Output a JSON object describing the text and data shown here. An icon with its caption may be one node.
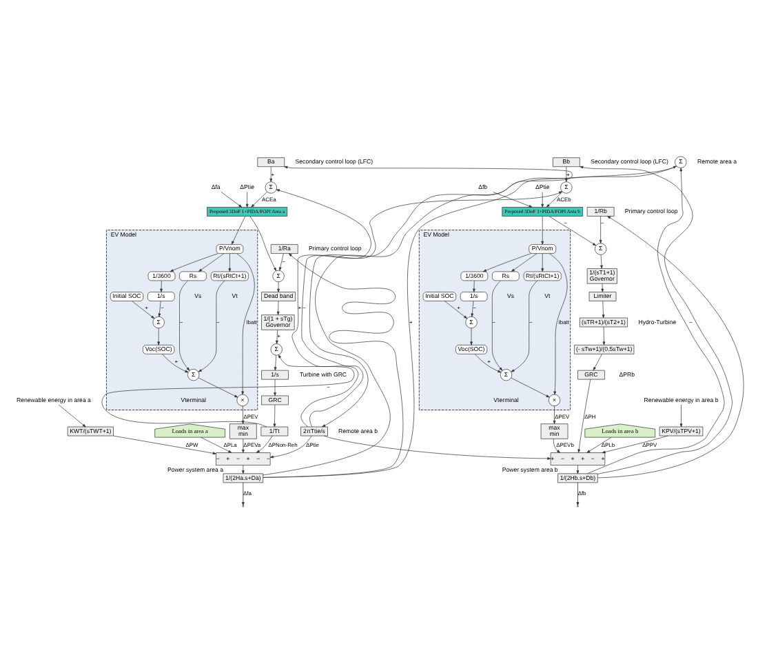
{
  "diagram": {
    "nodes": [
      {
        "text": [
          "Ba"
        ]
      },
      {
        "text": [
          "Σ"
        ]
      },
      {
        "text": [
          "Δfa"
        ]
      },
      {
        "text": [
          "ΔPtie"
        ]
      },
      {
        "text": [
          "Proposed 3DoF 1+PIDA/FOPI Area a"
        ]
      },
      {
        "text": [
          "1/Ra"
        ]
      },
      {
        "text": [
          "Σ"
        ]
      },
      {
        "text": [
          "Dead band"
        ]
      },
      {
        "text": [
          "1/(1 + sTg)",
          "Governor"
        ]
      },
      {
        "text": [
          "Σ"
        ]
      },
      {
        "text": [
          "1/s"
        ]
      },
      {
        "text": [
          "GRC"
        ]
      },
      {
        "text": [
          "1/Tt"
        ]
      },
      {
        "text": [
          "Renewable energy in area a"
        ]
      },
      {
        "text": [
          "KWT/(sTWT+1)"
        ]
      },
      {
        "text": [
          "−",
          "+",
          "−",
          "+",
          "−",
          "−"
        ]
      },
      {
        "text": [
          "Loads in area a"
        ]
      },
      {
        "text": [
          "1/(2Ha.s+Da)"
        ],
        "beside": [
          "Power system area a"
        ]
      },
      {
        "text": [
          "EV Model"
        ]
      },
      {
        "text": [
          "P/Vnom"
        ],
        "in": 18
      },
      {
        "text": [
          "1/3600"
        ],
        "in": 18
      },
      {
        "text": [
          "1/s"
        ],
        "in": 18
      },
      {
        "text": [
          "Σ"
        ],
        "in": 18
      },
      {
        "text": [
          "Initial SOC"
        ],
        "in": 18
      },
      {
        "text": [
          "Voc(SOC)"
        ],
        "in": 18
      },
      {
        "text": [
          "Rs"
        ],
        "in": 18
      },
      {
        "text": [
          "Σ"
        ],
        "in": 18
      },
      {
        "text": [
          "Rt/(sRtCt+1)"
        ],
        "in": 18
      },
      {
        "text": [
          "×"
        ],
        "in": 18
      },
      {
        "text": [
          "max",
          "min"
        ]
      },
      {
        "text": [
          "2πTtie/s"
        ]
      },
      {
        "text": [
          "Σ"
        ]
      },
      {
        "text": [
          "Proposed 3DoF 1+PIDA/FOPI Area b"
        ]
      },
      {
        "text": [
          "Δfb"
        ]
      },
      {
        "text": [
          "ΔPtie"
        ]
      },
      {
        "text": [
          "Σ"
        ]
      },
      {
        "text": [
          "Bb"
        ]
      },
      {
        "text": [
          "Σ"
        ]
      },
      {
        "text": [
          "1/Rb"
        ]
      },
      {
        "text": [
          "1/(sT1+1)",
          "Governor"
        ]
      },
      {
        "text": [
          "Limiter"
        ]
      },
      {
        "text": [
          "(sTR+1)/(sT2+1)"
        ]
      },
      {
        "text": [
          "(- sTw+1)/(0.5sTw+1)"
        ]
      },
      {
        "text": [
          "GRC"
        ]
      },
      {
        "text": [
          "EV Model"
        ]
      },
      {
        "text": [
          "P/Vnom"
        ],
        "in": 44
      },
      {
        "text": [
          "1/3600"
        ],
        "in": 44
      },
      {
        "text": [
          "1/s"
        ],
        "in": 44
      },
      {
        "text": [
          "Σ"
        ],
        "in": 44
      },
      {
        "text": [
          "Initial SOC"
        ],
        "in": 44
      },
      {
        "text": [
          "Voc(SOC)"
        ],
        "in": 44
      },
      {
        "text": [
          "Rs"
        ],
        "in": 44
      },
      {
        "text": [
          "Σ"
        ],
        "in": 44
      },
      {
        "text": [
          "Rt/(sRtCt+1)"
        ],
        "in": 44
      },
      {
        "text": [
          "×"
        ],
        "in": 44
      },
      {
        "text": [
          "max",
          "min"
        ]
      },
      {
        "text": [
          "+",
          "−",
          "+",
          "+",
          "−",
          "+"
        ]
      },
      {
        "text": [
          "1/(2Hb.s+Db)"
        ],
        "beside": [
          "Power system area b"
        ]
      },
      {
        "text": [
          "Loads in area b"
        ]
      },
      {
        "text": [
          "Renewable energy in area b"
        ]
      },
      {
        "text": [
          "KPV/(sTPV+1)"
        ]
      }
    ],
    "edges": [
      {
        "from": 17,
        "to": 0,
        "arrow": "to"
      },
      {
        "from": 17,
        "to": 5,
        "arrow": "to"
      },
      {
        "from": 17,
        "to": 31,
        "arrow": "to",
        "label": "+"
      },
      {
        "from": 17,
        "to": null,
        "arrow": "to",
        "label": "Δfa"
      },
      {
        "from": 0,
        "to": 1,
        "arrow": "to",
        "label": "+"
      },
      {
        "from": 30,
        "to": 1,
        "arrow": "to",
        "label": "+"
      },
      {
        "from": 1,
        "to": 4,
        "arrow": "to",
        "label": "ACEa"
      },
      {
        "from": 2,
        "to": 4,
        "arrow": "to"
      },
      {
        "from": 3,
        "to": 4,
        "arrow": "to"
      },
      {
        "from": 4,
        "to": 6,
        "arrow": "to"
      },
      {
        "from": 5,
        "to": 6,
        "arrow": "to",
        "label": "−"
      },
      {
        "from": 4,
        "to": 19,
        "arrow": "to"
      },
      {
        "from": 6,
        "to": 7,
        "arrow": "to"
      },
      {
        "from": 7,
        "to": 8,
        "arrow": "to"
      },
      {
        "from": 8,
        "to": 9,
        "arrow": "to",
        "label": "+"
      },
      {
        "from": 9,
        "to": 10,
        "arrow": "to"
      },
      {
        "from": 10,
        "to": 11,
        "arrow": "to"
      },
      {
        "from": 11,
        "to": 12,
        "arrow": "to"
      },
      {
        "from": 12,
        "to": 9,
        "arrow": "to",
        "label": "−"
      },
      {
        "from": 12,
        "to": 15,
        "arrow": "to",
        "label": "ΔPNon-Reh"
      },
      {
        "from": 13,
        "to": 14,
        "arrow": "to"
      },
      {
        "from": 14,
        "to": 15,
        "arrow": "to",
        "label": "ΔPW"
      },
      {
        "from": 16,
        "to": 15,
        "arrow": "to",
        "label": "ΔPLa"
      },
      {
        "from": 19,
        "to": 20,
        "arrow": "to"
      },
      {
        "from": 20,
        "to": 21,
        "arrow": "to"
      },
      {
        "from": 21,
        "to": 22,
        "arrow": "to",
        "label": "−"
      },
      {
        "from": 23,
        "to": 22,
        "arrow": "to",
        "label": "+"
      },
      {
        "from": 22,
        "to": 24,
        "arrow": "to"
      },
      {
        "from": 24,
        "to": 26,
        "arrow": "to",
        "label": "+"
      },
      {
        "from": 19,
        "to": 25,
        "arrow": "to"
      },
      {
        "from": 19,
        "to": 27,
        "arrow": "to"
      },
      {
        "from": 25,
        "to": 26,
        "arrow": "to",
        "label": "−"
      },
      {
        "from": 27,
        "to": 26,
        "arrow": "to",
        "label": "−"
      },
      {
        "from": 26,
        "to": 28,
        "arrow": "to"
      },
      {
        "from": 19,
        "to": 28,
        "arrow": "to",
        "label": "Ibatt"
      },
      {
        "from": 28,
        "to": 29,
        "arrow": "to",
        "label": "ΔPEV"
      },
      {
        "from": 29,
        "to": 15,
        "arrow": "to",
        "label": "ΔPEVa"
      },
      {
        "from": 30,
        "to": 15,
        "arrow": "to",
        "label": "ΔPtie"
      },
      {
        "from": 31,
        "to": 30,
        "arrow": "to"
      },
      {
        "from": 15,
        "to": 17,
        "arrow": "to"
      },
      {
        "from": 57,
        "to": 36,
        "arrow": "to"
      },
      {
        "from": 57,
        "to": 38,
        "arrow": "to"
      },
      {
        "from": 57,
        "to": 31,
        "arrow": "to",
        "label": "−"
      },
      {
        "from": 57,
        "to": null,
        "arrow": "to",
        "label": "Δfb"
      },
      {
        "from": 36,
        "to": 35,
        "arrow": "to",
        "label": "+"
      },
      {
        "from": 30,
        "to": 35,
        "arrow": "to",
        "label": "−"
      },
      {
        "from": 35,
        "to": 32,
        "arrow": "to",
        "label": "ACEb"
      },
      {
        "from": 33,
        "to": 32,
        "arrow": "to"
      },
      {
        "from": 34,
        "to": 32,
        "arrow": "to"
      },
      {
        "from": 32,
        "to": 37,
        "arrow": "to",
        "label": "−"
      },
      {
        "from": 38,
        "to": 37,
        "arrow": "to",
        "label": "−"
      },
      {
        "from": 32,
        "to": 45,
        "arrow": "to"
      },
      {
        "from": 37,
        "to": 39,
        "arrow": "to"
      },
      {
        "from": 39,
        "to": 40,
        "arrow": "to"
      },
      {
        "from": 40,
        "to": 41,
        "arrow": "to"
      },
      {
        "from": 41,
        "to": 42,
        "arrow": "to"
      },
      {
        "from": 42,
        "to": 43,
        "arrow": "to"
      },
      {
        "from": 43,
        "to": 56,
        "arrow": "to",
        "label": "ΔPH"
      },
      {
        "from": 45,
        "to": 46,
        "arrow": "to"
      },
      {
        "from": 46,
        "to": 47,
        "arrow": "to"
      },
      {
        "from": 47,
        "to": 48,
        "arrow": "to",
        "label": "−"
      },
      {
        "from": 49,
        "to": 48,
        "arrow": "to",
        "label": "+"
      },
      {
        "from": 48,
        "to": 50,
        "arrow": "to"
      },
      {
        "from": 50,
        "to": 52,
        "arrow": "to",
        "label": "+"
      },
      {
        "from": 45,
        "to": 51,
        "arrow": "to"
      },
      {
        "from": 45,
        "to": 53,
        "arrow": "to"
      },
      {
        "from": 51,
        "to": 52,
        "arrow": "to",
        "label": "−"
      },
      {
        "from": 53,
        "to": 52,
        "arrow": "to",
        "label": "−"
      },
      {
        "from": 52,
        "to": 54,
        "arrow": "to"
      },
      {
        "from": 45,
        "to": 54,
        "arrow": "to",
        "label": "Ibatt"
      },
      {
        "from": 54,
        "to": 55,
        "arrow": "to",
        "label": "ΔPEV"
      },
      {
        "from": 55,
        "to": 56,
        "arrow": "to",
        "label": "ΔPEVb"
      },
      {
        "from": 30,
        "to": 56,
        "arrow": "to"
      },
      {
        "from": 58,
        "to": 56,
        "arrow": "to",
        "label": "ΔPLb"
      },
      {
        "from": 59,
        "to": 60,
        "arrow": "to"
      },
      {
        "from": 60,
        "to": 56,
        "arrow": "to",
        "label": "ΔPPV"
      },
      {
        "from": 56,
        "to": 57,
        "arrow": "to"
      }
    ],
    "labels": [
      "Secondary control loop (LFC)",
      "Primary control loop",
      "Turbine with GRC",
      "Vs",
      "Vterminal",
      "Vt",
      "Remote area a",
      "Remote area b",
      "Vs",
      "Vterminal",
      "Vt",
      "ΔPRb",
      "Hydro-Turbine",
      "Secondary control loop (LFC)",
      "Primary control loop"
    ]
  }
}
